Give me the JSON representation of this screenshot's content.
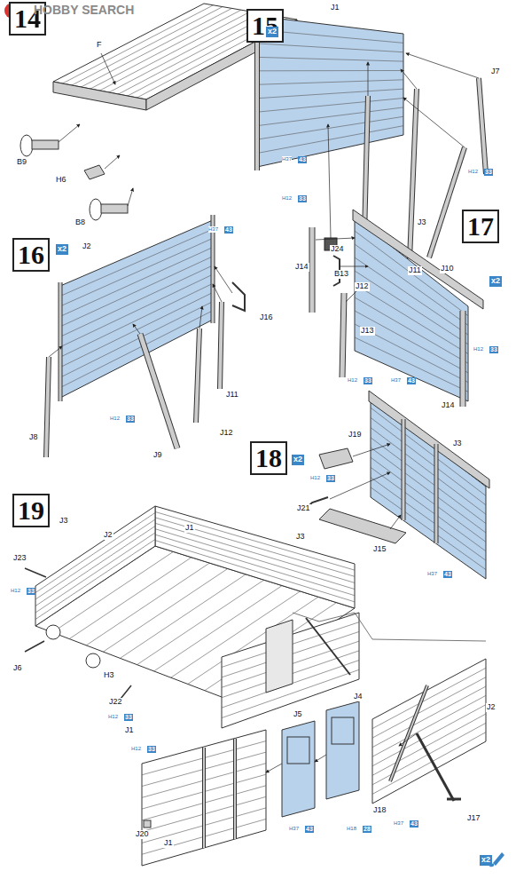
{
  "diagram": {
    "nodes": [
      {
        "text": [
          "14"
        ]
      },
      {
        "text": [
          "15"
        ]
      },
      {
        "text": [
          "16"
        ]
      },
      {
        "text": [
          "17"
        ]
      },
      {
        "text": [
          "18"
        ]
      },
      {
        "text": [
          "19"
        ]
      }
    ],
    "labels": [
      "HOBBY SEARCH",
      "F",
      "B9",
      "H6",
      "B8",
      "x2",
      "J1",
      "J7",
      "H37",
      "43",
      "B13",
      "H12",
      "33",
      "J12",
      "J11",
      "J10",
      "H12",
      "33",
      "x2",
      "J2",
      "H37",
      "43",
      "J16",
      "J11",
      "J12",
      "J9",
      "J8",
      "H12",
      "33",
      "J3",
      "x2",
      "J24",
      "J14",
      "J13",
      "H12",
      "33",
      "H37",
      "43",
      "H12",
      "33",
      "J14",
      "x2",
      "J19",
      "J3",
      "H12",
      "33",
      "J21",
      "J15",
      "H37",
      "43",
      "J3",
      "J2",
      "J1",
      "J3",
      "J23",
      "H12",
      "33",
      "J6",
      "H3",
      "J22",
      "H12",
      "33",
      "J1",
      "J5",
      "J4",
      "J2",
      "J17",
      "H37",
      "43",
      "J18",
      "H18",
      "28",
      "H12",
      "33",
      "H37",
      "43",
      "J20",
      "J1",
      "x2"
    ]
  }
}
